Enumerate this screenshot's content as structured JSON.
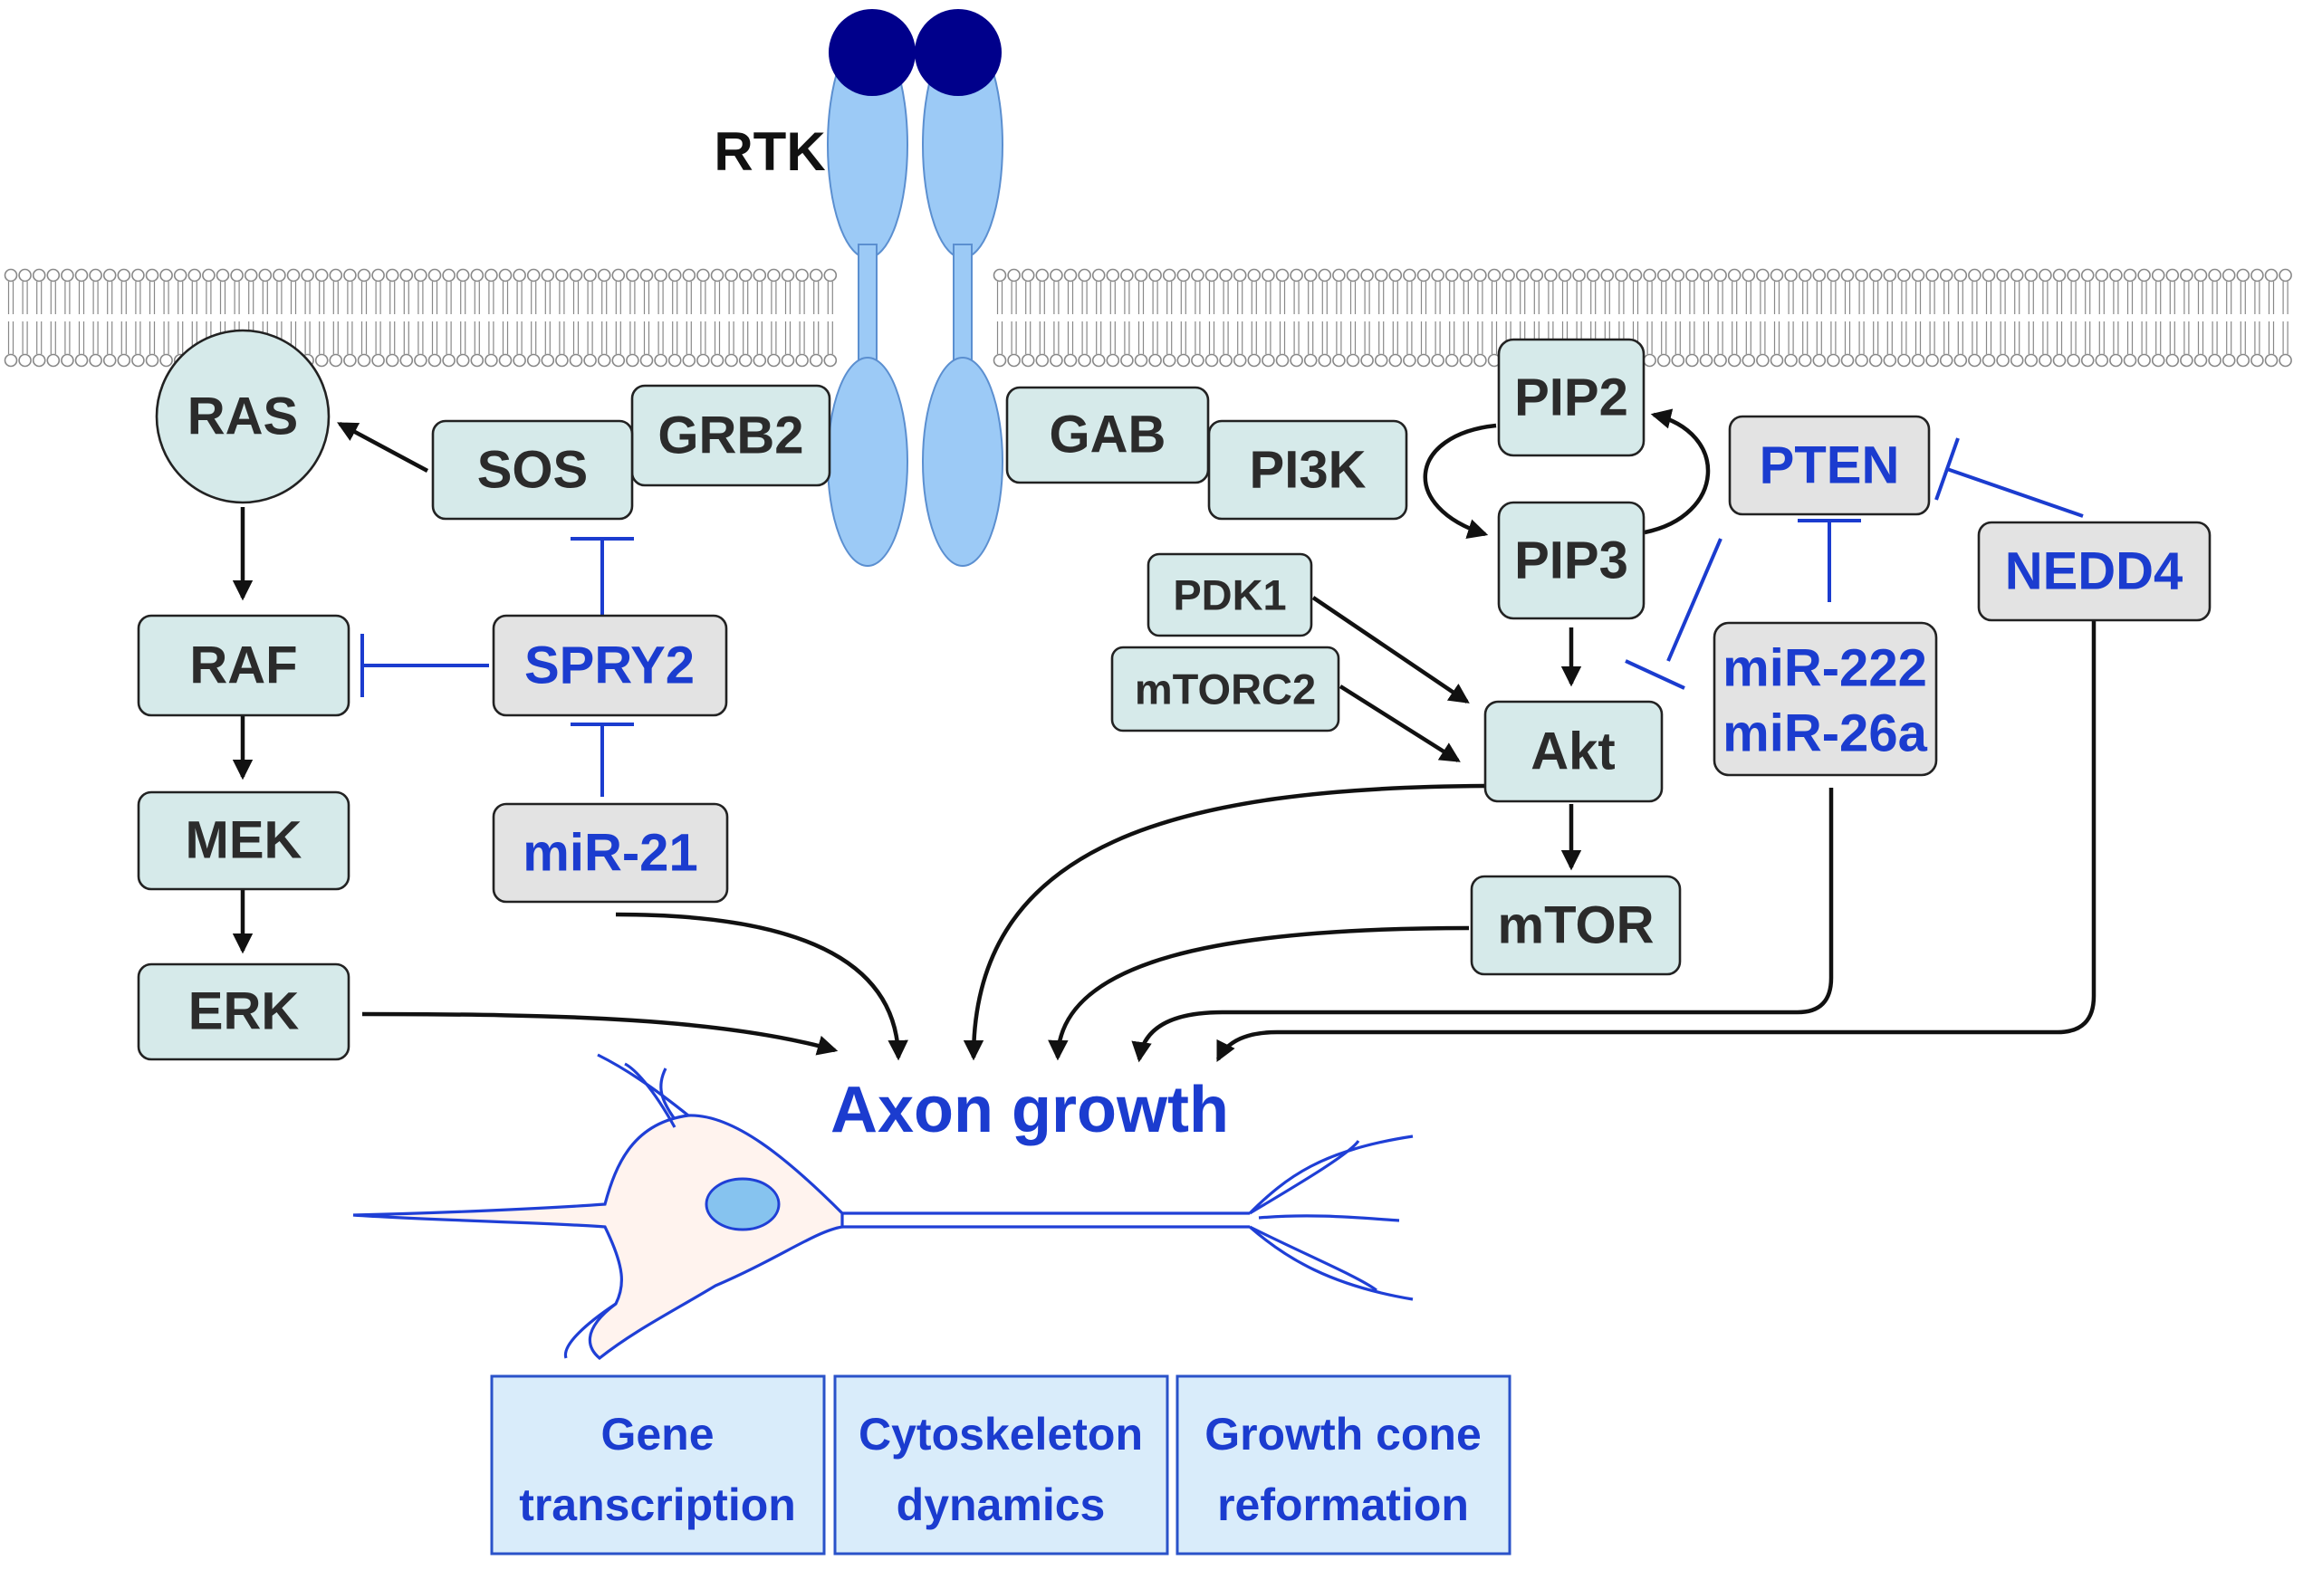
{
  "colors": {
    "box_fill": "#d6eaea",
    "regulator_fill": "#e3e3e3",
    "regulator_text": "#1b3ccf",
    "node_text": "#2b2b2b",
    "receptor": "#9ccaf6",
    "receptor_head": "#00008b",
    "membrane": "#888888",
    "output_fill": "#d9ecfa",
    "output_border": "#2a52c9",
    "neuron_fill": "#fff3ee",
    "neuron_outline": "#1f3fd6",
    "nucleus": "#86c3ef",
    "inhibition": "#1b3ccf",
    "activation": "#111111"
  },
  "receptor": {
    "label": "RTK",
    "icon": "receptor-dimer-icon"
  },
  "membrane": {
    "icon": "lipid-bilayer-icon"
  },
  "nodes": {
    "ras": "RAS",
    "sos": "SOS",
    "grb2": "GRB2",
    "gab": "GAB",
    "pi3k": "PI3K",
    "pip2": "PIP2",
    "pip3": "PIP3",
    "pten": "PTEN",
    "raf": "RAF",
    "spry2": "SPRY2",
    "mek": "MEK",
    "erk": "ERK",
    "mir21": "miR-21",
    "pdk1": "PDK1",
    "mtorc2": "mTORC2",
    "akt": "Akt",
    "mtor": "mTOR",
    "mir222": "miR-222",
    "mir26a": "miR-26a",
    "nedd4": "NEDD4"
  },
  "target": {
    "label": "Axon growth",
    "icon": "neuron-icon"
  },
  "outputs": [
    {
      "line1": "Gene",
      "line2": "transcription"
    },
    {
      "line1": "Cytoskeleton",
      "line2": "dynamics"
    },
    {
      "line1": "Growth cone",
      "line2": "reformation"
    }
  ]
}
